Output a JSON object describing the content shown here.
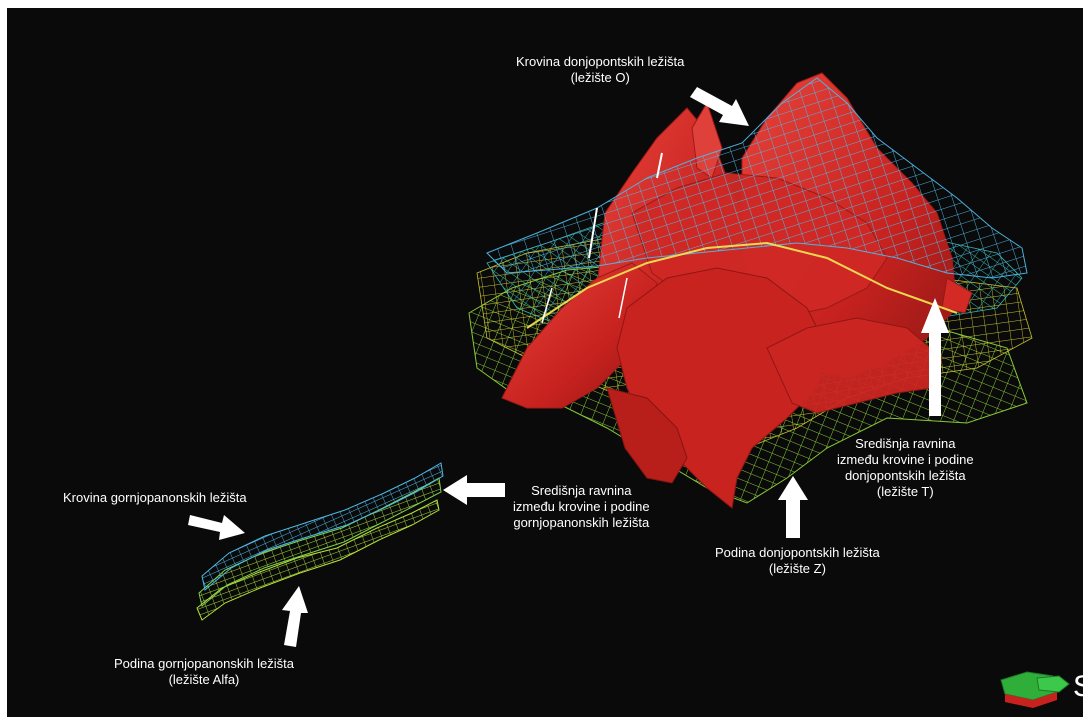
{
  "labels": {
    "krovina_donjopontskih": [
      "Krovina donjopontskih ležišta",
      "(ležište O)"
    ],
    "sredisnja_donjopontskih": [
      "Središnja ravnina",
      "između krovine i podine",
      "donjopontskih ležišta",
      "(ležište T)"
    ],
    "podina_donjopontskih": [
      "Podina donjopontskih ležišta",
      "(ležište Z)"
    ],
    "krovina_gornjopanonskih": [
      "Krovina gornjopanonskih ležišta"
    ],
    "sredisnja_gornjopanonskih": [
      "Središnja ravnina",
      "između krovine i podine",
      "gornjopanonskih ležišta"
    ],
    "podina_gornjopanonskih": [
      "Podina gornjopanonskih ležišta",
      "(ležište Alfa)"
    ]
  },
  "logo": {
    "text": "S"
  },
  "colors": {
    "background": "#0a0a0a",
    "fault_surface": "#d42a26",
    "mesh_blue": "#4fb8e6",
    "mesh_cyan": "#3fd0c8",
    "mesh_green": "#8fd23a",
    "mesh_yellow": "#e8e23a",
    "arrow": "#ffffff"
  },
  "icons": [
    "arrow-icon",
    "logo-block-icon"
  ]
}
